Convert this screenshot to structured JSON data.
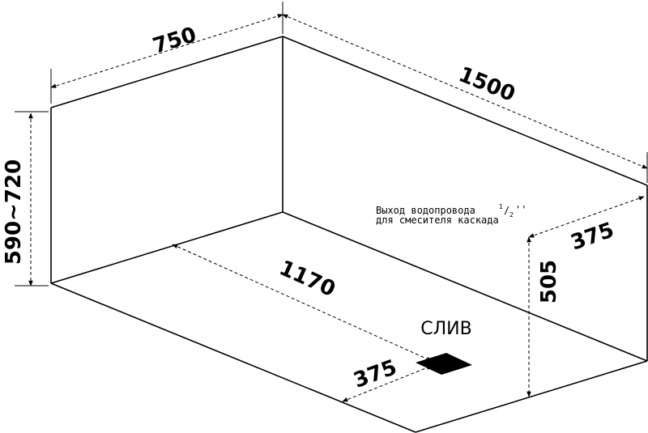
{
  "dimensions": {
    "width": "750",
    "length": "1500",
    "height": "590~720",
    "inner_length": "1170",
    "drain_offset": "375",
    "outlet_offset": "375",
    "outlet_height": "505"
  },
  "labels": {
    "drain": "СЛИВ",
    "outlet_line1": "Выход водопровода",
    "outlet_fraction_num": "1",
    "outlet_fraction_sep": "/",
    "outlet_fraction_den": "2",
    "outlet_fraction_mark": "''",
    "outlet_line2": "для смесителя каскада"
  }
}
